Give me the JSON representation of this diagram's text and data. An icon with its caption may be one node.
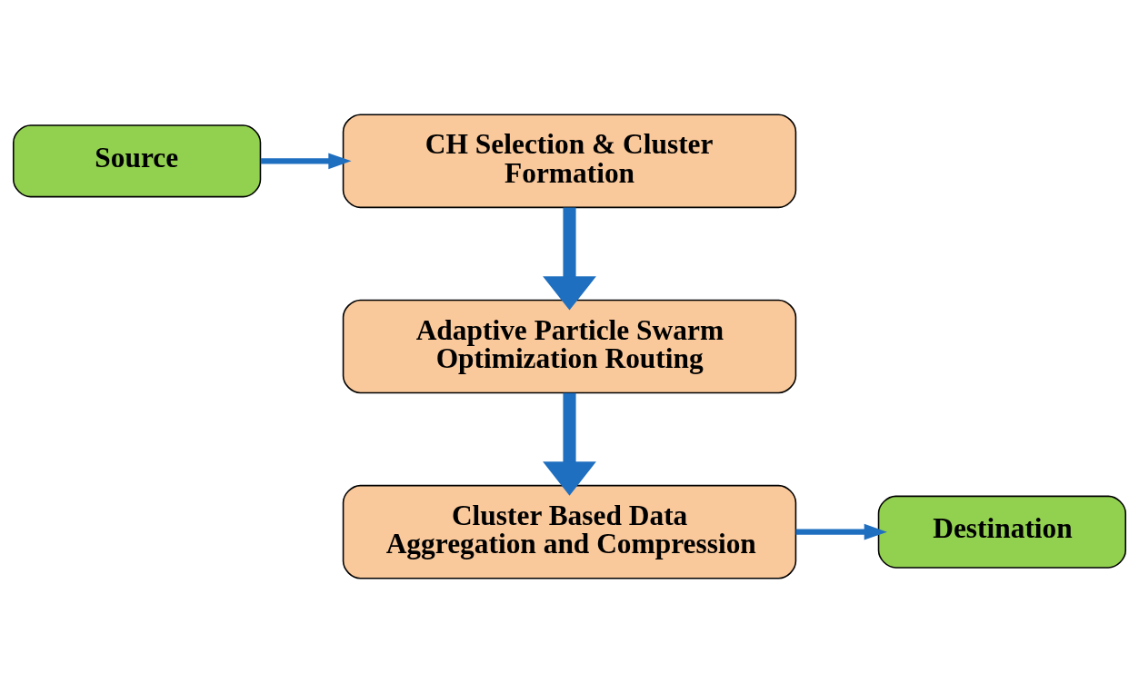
{
  "diagram": {
    "nodes": [
      {
        "text": [
          "Source"
        ]
      },
      {
        "text": [
          "CH Selection & Cluster Formation"
        ]
      },
      {
        "text": [
          "Adaptive Particle Swarm Optimization Routing"
        ]
      },
      {
        "text": [
          "Cluster Based Data Aggregation and Compression"
        ]
      },
      {
        "text": [
          "Destination"
        ]
      }
    ],
    "edges": [
      {
        "from": 0,
        "to": 1,
        "arrow": "to"
      },
      {
        "from": 1,
        "to": 2,
        "arrow": "to",
        "style": "thick"
      },
      {
        "from": 2,
        "to": 3,
        "arrow": "to",
        "style": "thick"
      },
      {
        "from": 3,
        "to": 4,
        "arrow": "to"
      }
    ]
  }
}
